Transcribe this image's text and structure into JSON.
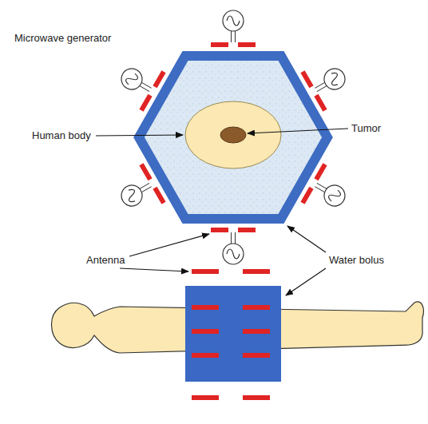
{
  "diagram": {
    "labels": [
      "Microwave generator",
      "Human body",
      "Tumor",
      "Antenna",
      "Water bolus"
    ]
  }
}
